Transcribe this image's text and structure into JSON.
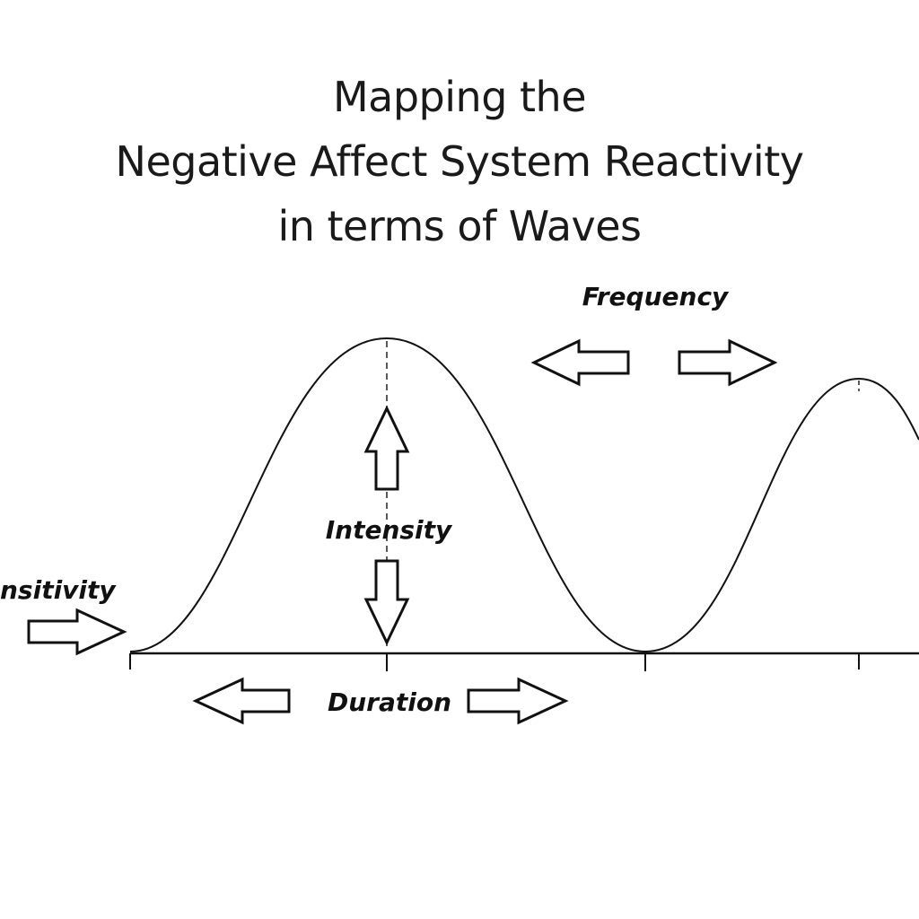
{
  "title": {
    "line1": "Mapping the",
    "line2": "Negative Affect System Reactivity",
    "line3": "in terms of Waves"
  },
  "labels": {
    "frequency": "Frequency",
    "intensity": "Intensity",
    "sensitivity": "nsitivity",
    "duration": "Duration"
  },
  "colors": {
    "ink": "#111111",
    "background": "#ffffff"
  }
}
